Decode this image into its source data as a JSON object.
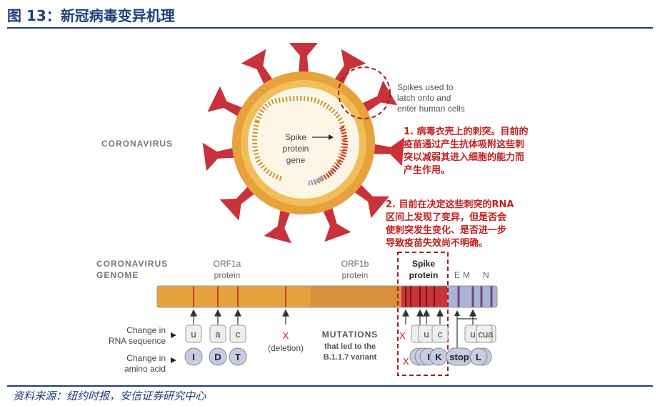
{
  "figure": {
    "title": "图 13：新冠病毒变异机理",
    "source": "资料来源：纽约时报，安信证券研究中心"
  },
  "virus": {
    "coronavirus_label": "CORONAVIRUS",
    "spike_gene_label": [
      "Spike",
      "protein",
      "gene"
    ],
    "spikes_note": [
      "Spikes used to",
      "latch onto and",
      "enter human cells"
    ]
  },
  "annotations": {
    "note1": [
      "1. 病毒衣壳上的刺突。目前的",
      "疫苗通过产生抗体吸附这些刺",
      "突以减弱其进入细胞的能力而",
      "产生作用。"
    ],
    "note2": [
      "2. 目前在决定这些刺突的RNA",
      "区间上发现了变异，但是否会",
      "使刺突发生变化、是否进一步",
      "导致疫苗失效尚不明确。"
    ]
  },
  "genome": {
    "label": [
      "CORONAVIRUS",
      "GENOME"
    ],
    "orf1a": [
      "ORF1a",
      "protein"
    ],
    "orf1b": [
      "ORF1b",
      "protein"
    ],
    "spike": [
      "Spike",
      "protein"
    ],
    "e_label": "E",
    "m_label": "M",
    "n_label": "N"
  },
  "legend": {
    "rna_change": [
      "Change in",
      "RNA sequence"
    ],
    "aa_change": [
      "Change in",
      "amino acid"
    ],
    "deletion_x": "X",
    "deletion_text": "(deletion)",
    "mutations": [
      "MUTATIONS",
      "that led to the",
      "B.1.1.7 variant"
    ]
  },
  "rna_letters": {
    "left": [
      "u",
      "a",
      "c"
    ],
    "spike_u": "u",
    "spike_c": "c",
    "n_u": "u",
    "n_cua": "cua"
  },
  "amino_letters": {
    "left": [
      "I",
      "D",
      "T"
    ],
    "spike_i": "I",
    "spike_k": "K",
    "stop": "stop",
    "n_l": "L"
  },
  "spike_x_marks": [
    "X",
    "X"
  ],
  "colors": {
    "title_blue": "#1f3f7a",
    "spike_red": "#c8323a",
    "virus_orange": "#e8a23c",
    "annotation_red": "#c0201e"
  }
}
